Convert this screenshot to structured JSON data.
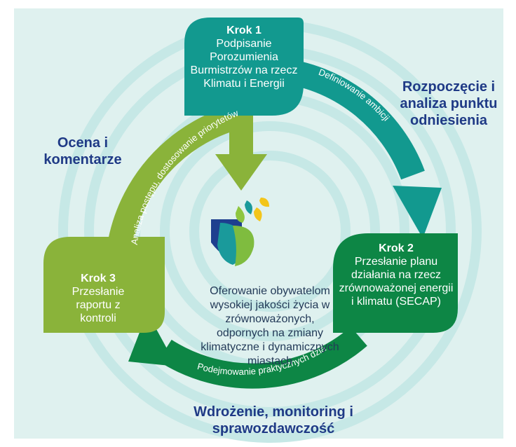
{
  "steps": {
    "step1": {
      "title": "Krok 1",
      "text": "Podpisanie Porozumienia Burmistrzów na rzecz Klimatu i Energii"
    },
    "step2": {
      "title": "Krok 2",
      "text": "Przesłanie planu działania na rzecz zrównoważonej energii i klimatu (SECAP)"
    },
    "step3": {
      "title": "Krok 3",
      "text": "Przesłanie raportu z kontroli"
    }
  },
  "phases": {
    "start": "Rozpoczęcie i analiza punktu odniesienia",
    "evaluation": "Ocena i komentarze",
    "implementation": "Wdrożenie, monitoring i sprawozdawczość"
  },
  "arrows": {
    "ambition": "Definiowanie ambicji",
    "actions": "Podejmowanie praktycznych działań",
    "progress": "Analiza postępu, dostosowanie priorytetów"
  },
  "center": "Oferowanie obywatelom wysokiej jakości życia w zrównoważonych, odpornych na zmiany klimatyczne i dynamicznych miastach",
  "colors": {
    "background": "#dff1ef",
    "rings": "#c5e7e5",
    "step1": "#12998f",
    "step2": "#0d8645",
    "step3": "#8ab33a",
    "phase_text": "#1f3a86",
    "center_text": "#233a58"
  },
  "icons": [
    "covenant-leaf-logo-icon"
  ]
}
